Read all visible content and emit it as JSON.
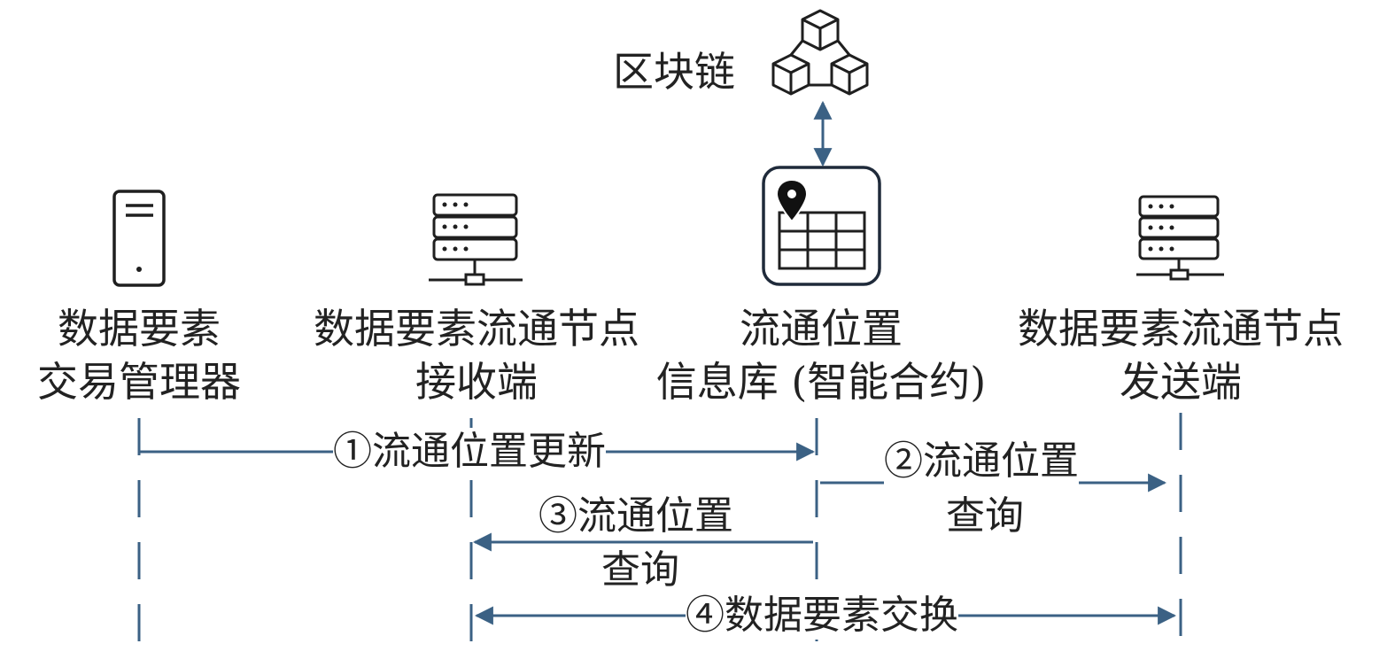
{
  "blockchain": {
    "label": "区块链"
  },
  "actors": [
    {
      "line1": "数据要素",
      "line2": "交易管理器"
    },
    {
      "line1": "数据要素流通节点",
      "line2": "接收端"
    },
    {
      "line1": "流通位置",
      "line2": "信息库 (智能合约)"
    },
    {
      "line1": "数据要素流通节点",
      "line2": "发送端"
    }
  ],
  "messages": [
    {
      "text": "①流通位置更新"
    },
    {
      "line1": "②流通位置",
      "line2": "查询"
    },
    {
      "line1": "③流通位置",
      "line2": "查询"
    },
    {
      "text": "④数据要素交换"
    }
  ],
  "colors": {
    "arrow": "#3b6184",
    "icon": "#1f1f1f"
  }
}
